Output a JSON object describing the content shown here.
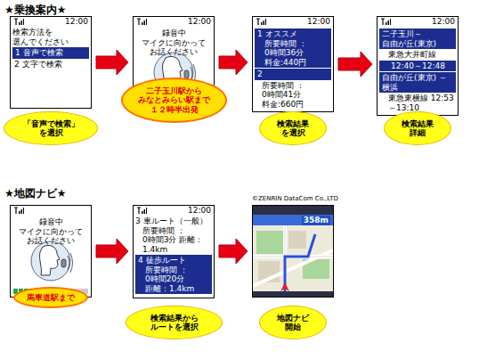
{
  "diagram": {
    "nodes": [
      {
        "text": [
          "12:00",
          "検索方法を 選んでください",
          "2 文字で検索"
        ]
      },
      {
        "text": [
          "1 音声で検索"
        ],
        "in": 0
      },
      {
        "text": [
          "12:00",
          "録音中",
          "マイクに向かって お話ください"
        ]
      },
      {
        "text": [
          "12:00",
          "所要時間 ：0時間41分 料金:660円"
        ]
      },
      {
        "text": [
          "1 オススメ",
          "所要時間 ：0時間36分 料金:440円"
        ],
        "in": 3
      },
      {
        "text": [
          "2"
        ],
        "in": 3
      },
      {
        "text": [
          "12:00",
          "東急大井町線",
          "東急東横線 12:53～13:10"
        ]
      },
      {
        "text": [
          "二子玉川～自由が丘(東京)"
        ],
        "in": 6
      },
      {
        "text": [
          "12:40～12:48"
        ],
        "in": 6
      },
      {
        "text": [
          "自由が丘(東京) ～横浜"
        ],
        "in": 6
      },
      {
        "text": [
          "「音声で検索」 を選択"
        ]
      },
      {
        "text": [
          "二子玉川駅から みなとみらい駅まで １２時半出発"
        ]
      },
      {
        "text": [
          "検索結果 を選択"
        ]
      },
      {
        "text": [
          "検索結果 詳細"
        ]
      },
      {
        "text": [
          "録音中",
          "マイクに向かって お話ください"
        ]
      },
      {
        "text": [
          "馬車道駅まで"
        ]
      },
      {
        "text": [
          "12:00",
          "3 車ルート（一般）",
          "所要時間 ：0時間3分 距離：1.4km"
        ]
      },
      {
        "text": [
          "4 徒歩ルート",
          "所要時間 ：0時間20分 距離：1.4km"
        ],
        "in": 16
      },
      {
        "text": [
          "検索結果から ルートを選択"
        ]
      },
      {
        "text": [
          "358m"
        ]
      },
      {
        "text": [
          "地図ナビ 開始"
        ]
      }
    ],
    "edges": [
      {
        "from": 0,
        "to": 2,
        "arrow": "to"
      },
      {
        "from": 2,
        "to": 3,
        "arrow": "to"
      },
      {
        "from": 3,
        "to": 6,
        "arrow": "to"
      },
      {
        "from": 14,
        "to": 16,
        "arrow": "to"
      },
      {
        "from": 16,
        "to": 19,
        "arrow": "to"
      }
    ],
    "labels": [
      "★乗換案内★",
      "★地図ナビ★",
      "©ZENRIN DataCom Co.,LTD"
    ]
  }
}
